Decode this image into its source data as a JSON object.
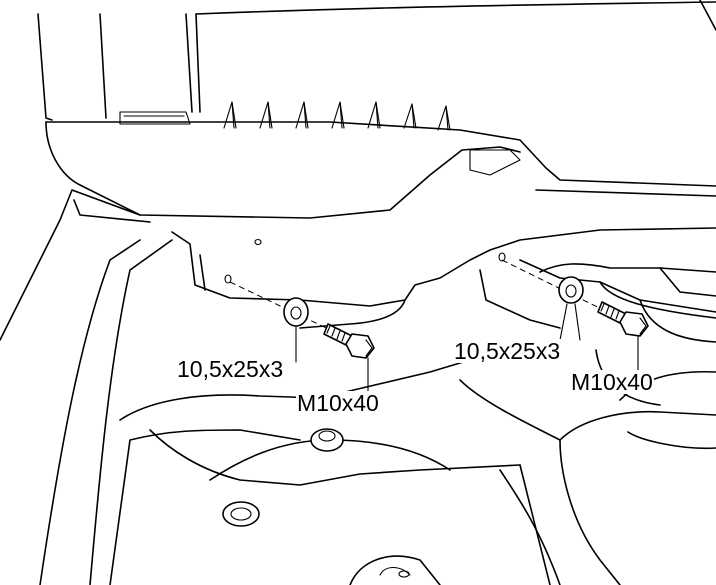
{
  "callouts": {
    "washer_left": "10,5x25x3",
    "bolt_left": "M10x40",
    "washer_right": "10,5x25x3",
    "bolt_right": "M10x40"
  }
}
